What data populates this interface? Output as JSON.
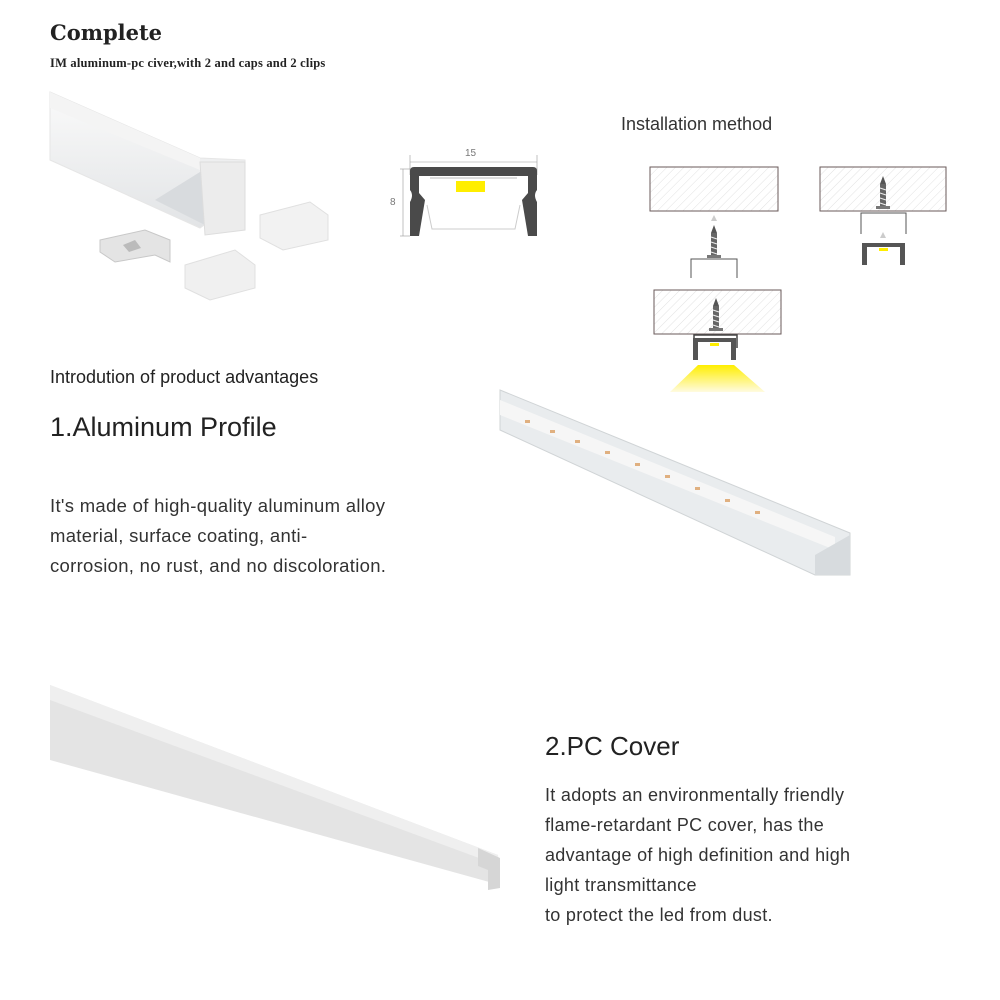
{
  "header": {
    "title": "Complete",
    "subtitle": "IM aluminum-pc civer,with 2 and caps and 2 clips"
  },
  "cross_section": {
    "width_label": "15",
    "height_label": "8"
  },
  "installation": {
    "title": "Installation method"
  },
  "advantages": {
    "intro": "Introdution of product advantages",
    "aluminum": {
      "heading": "1.Aluminum Profile",
      "lines": [
        "It's made of high-quality aluminum alloy",
        "material, surface coating, anti-",
        "corrosion, no rust, and no discoloration."
      ]
    },
    "pc_cover": {
      "heading": "2.PC Cover",
      "lines": [
        "It adopts an environmentally friendly",
        "flame-retardant PC cover, has the",
        "advantage of high definition and high",
        "light transmittance",
        "to protect the led from dust."
      ]
    }
  },
  "colors": {
    "led_yellow": "#ffee00",
    "profile_dark": "#4a4a4a"
  }
}
